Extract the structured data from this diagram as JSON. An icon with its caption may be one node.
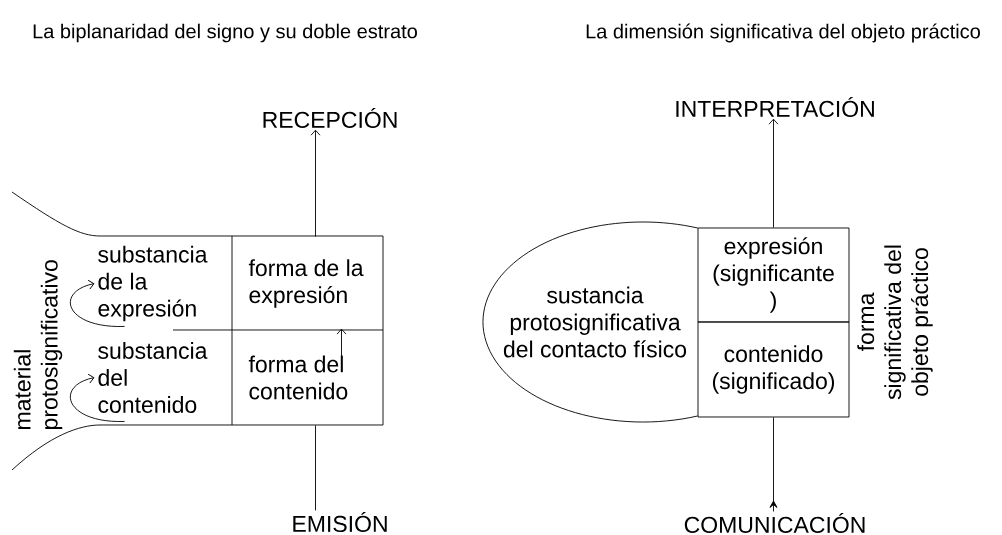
{
  "diagram": {
    "nodes": [
      {
        "text": [
          "RECEPCIÓN"
        ]
      },
      {
        "text": [
          "substancia de la expresión"
        ]
      },
      {
        "text": [
          "forma de la expresión"
        ]
      },
      {
        "text": [
          "substancia del contenido"
        ]
      },
      {
        "text": [
          "forma del contenido"
        ]
      },
      {
        "text": [
          "EMISIÓN"
        ]
      },
      {
        "text": [
          "INTERPRETACIÓN"
        ]
      },
      {
        "text": [
          "sustancia protosignificativa del contacto físico"
        ]
      },
      {
        "text": [
          "expresión (significante )"
        ]
      },
      {
        "text": [
          "contenido (significado)"
        ]
      },
      {
        "text": [
          "COMUNICACIÓN"
        ]
      }
    ],
    "edges": [
      {
        "from": 2,
        "to": 0,
        "arrow": "to"
      },
      {
        "from": 1,
        "to": 1,
        "arrow": "to"
      },
      {
        "from": 3,
        "to": 3,
        "arrow": "to"
      },
      {
        "from": 4,
        "to": 2,
        "arrow": "to"
      },
      {
        "from": 4,
        "to": 5,
        "arrow": "none"
      },
      {
        "from": 8,
        "to": 6,
        "arrow": "to"
      },
      {
        "from": 10,
        "to": 9,
        "arrow": "to"
      }
    ],
    "labels": [
      "La biplanaridad del signo y su doble estrato",
      "La dimensión significativa del objeto práctico",
      "material protosignificativo",
      "forma significativa del objeto práctico"
    ]
  }
}
